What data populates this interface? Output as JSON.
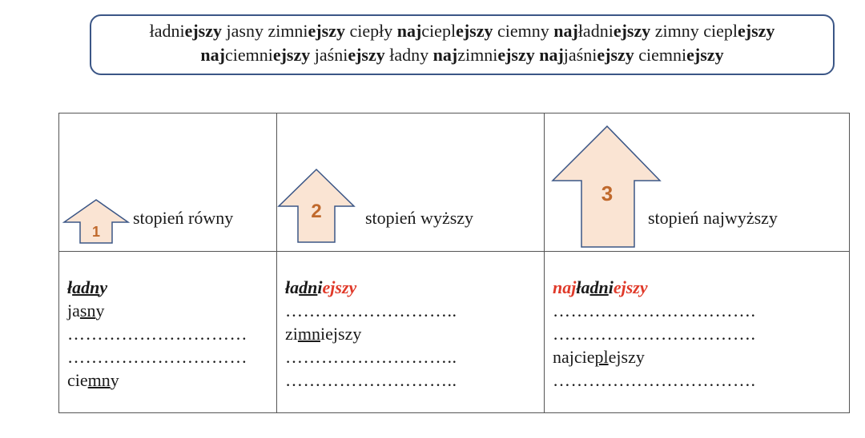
{
  "word_bank": {
    "line1": [
      {
        "t": "ładni"
      },
      {
        "t": "ejszy",
        "b": true
      },
      {
        "t": " jasny zimni"
      },
      {
        "t": "ejszy",
        "b": true
      },
      {
        "t": " ciepły "
      },
      {
        "t": "naj",
        "b": true
      },
      {
        "t": "ciepl"
      },
      {
        "t": "ejszy",
        "b": true
      },
      {
        "t": " ciemny "
      },
      {
        "t": "naj",
        "b": true
      },
      {
        "t": "ładni"
      },
      {
        "t": "ejszy",
        "b": true
      },
      {
        "t": " zimny ciepl"
      },
      {
        "t": "ejszy",
        "b": true
      }
    ],
    "line2": [
      {
        "t": "naj",
        "b": true
      },
      {
        "t": "ciemni"
      },
      {
        "t": "ejszy",
        "b": true
      },
      {
        "t": " jaśni"
      },
      {
        "t": "ejszy",
        "b": true
      },
      {
        "t": " ładny "
      },
      {
        "t": "naj",
        "b": true
      },
      {
        "t": "zimni"
      },
      {
        "t": "ejszy",
        "b": true
      },
      {
        "t": " "
      },
      {
        "t": "naj",
        "b": true
      },
      {
        "t": "jaśni"
      },
      {
        "t": "ejszy",
        "b": true
      },
      {
        "t": " ciemni"
      },
      {
        "t": "ejszy",
        "b": true
      }
    ]
  },
  "degrees": [
    {
      "number": "1",
      "label": "stopień równy"
    },
    {
      "number": "2",
      "label": "stopień wyższy"
    },
    {
      "number": "3",
      "label": "stopień najwyższy"
    }
  ],
  "colors": {
    "arrow_fill": "#fae4d3",
    "arrow_stroke": "#3b5686",
    "number": "#c0692c",
    "red": "#e03a2a"
  },
  "columns": [
    {
      "example": {
        "pre": "ł",
        "stem": "adn",
        "post": "y",
        "suffix": "",
        "prefix": ""
      },
      "rows": [
        {
          "pre": "ja",
          "under": "sn",
          "post": "y"
        },
        {
          "dots": "…………………………"
        },
        {
          "dots": "…………………………"
        },
        {
          "pre": "cie",
          "under": "mn",
          "post": "y"
        }
      ]
    },
    {
      "example": {
        "prefix": "",
        "pre": "ła",
        "stem": "dn",
        "post": "i",
        "suffix": "ejszy"
      },
      "rows": [
        {
          "dots": "……………………….."
        },
        {
          "pre": "zi",
          "under": "mn",
          "post": "iejszy"
        },
        {
          "dots": "……………………….."
        },
        {
          "dots": "……………………….."
        }
      ]
    },
    {
      "example": {
        "prefix": "naj",
        "pre": "ła",
        "stem": "dn",
        "post": "i",
        "suffix": "ejszy"
      },
      "rows": [
        {
          "dots": "……………………………."
        },
        {
          "dots": "……………………………."
        },
        {
          "pre": "najcie",
          "under": "pl",
          "post": "ejszy"
        },
        {
          "dots": "……………………………."
        }
      ]
    }
  ]
}
